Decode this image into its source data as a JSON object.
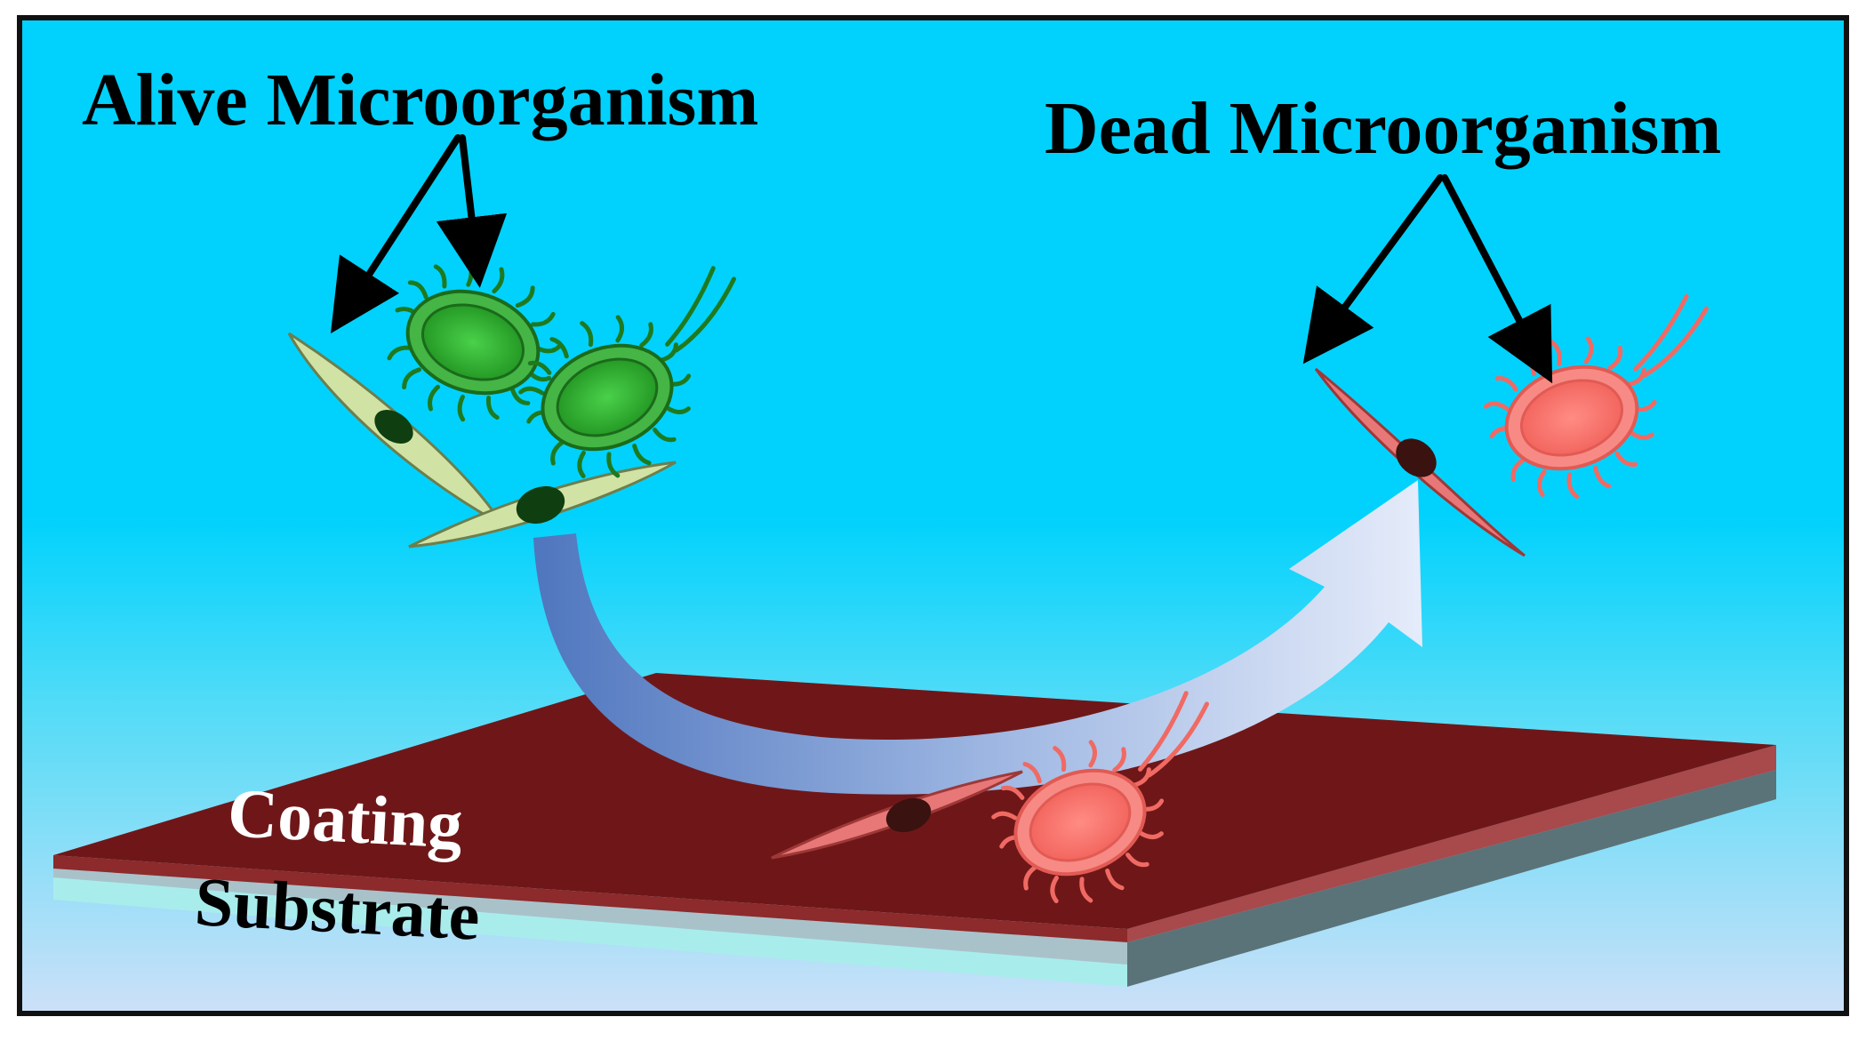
{
  "labels": {
    "alive": "Alive Microorganism",
    "dead": "Dead Microorganism",
    "coating": "Coating",
    "substrate": "Substrate"
  },
  "colors": {
    "sky_top": "#00d2fd",
    "sky_bottom": "#cde0f8",
    "coating": "#6f1718",
    "coating_edge": "#a8494c",
    "substrate_top": "#a9c2c9",
    "substrate_front": "#a9ecec",
    "substrate_side": "#5a7378",
    "alive_bacteria": "#2ea62e",
    "alive_cell": "#d1e3a4",
    "dead_bacteria": "#f47e78",
    "dead_cell": "#e87777",
    "arrow_start": "#4f76be",
    "arrow_end": "#dfe8f9",
    "coating_text": "#ffffff",
    "substrate_text": "#000000"
  }
}
